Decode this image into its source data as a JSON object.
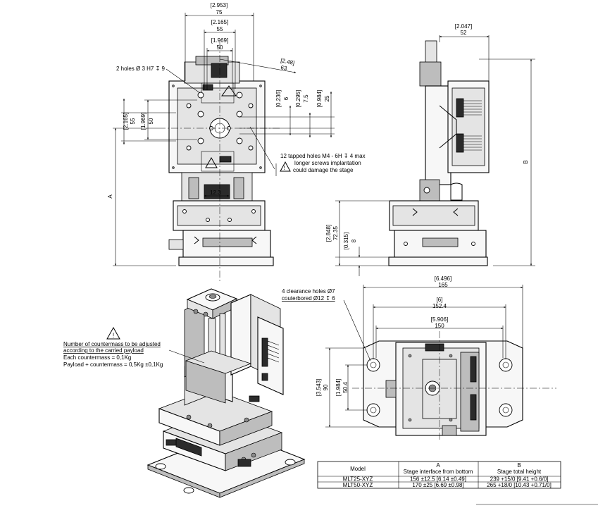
{
  "dims": {
    "w75_in": "[2.953]",
    "w75_mm": "75",
    "w55_in": "[2.165]",
    "w55_mm": "55",
    "w50_in": "[1.969]",
    "w50_mm": "50",
    "d63_in": "[2.48]",
    "d63_mm": "63",
    "h55_in": "[2.165]",
    "h55_mm": "55",
    "h50_in": "[1.969]",
    "h50_mm": "50",
    "v6_in": "[0.236]",
    "v6_mm": "6",
    "v75_in": "[0.295]",
    "v75_mm": "7.5",
    "v25_in": "[0.984]",
    "v25_mm": "25",
    "side52_in": "[2.047]",
    "side52_mm": "52",
    "h7235_in": "[2.848]",
    "h7235_mm": "72.35",
    "h8_in": "[0.315]",
    "h8_mm": "8",
    "d123": "12.3",
    "labelA": "A",
    "labelB": "B",
    "b165_in": "[6.496]",
    "b165_mm": "165",
    "b1524_in": "[6]",
    "b1524_mm": "152.4",
    "b150_in": "[5.906]",
    "b150_mm": "150",
    "b90_in": "[3.543]",
    "b90_mm": "90",
    "b504_in": "[1.984]",
    "b504_mm": "50.4"
  },
  "notes": {
    "holes2": "2 holes Ø 3 H7 ↧ 9",
    "tapped1": "12 tapped holes M4 - 6H ↧ 4 max",
    "tapped2": "longer screws implantation",
    "tapped3": "could damage the stage",
    "clear1": "4 clearance holes Ø7",
    "clear2": "couterbored Ø12 ↧ 6",
    "cm1": "Number of countermass to be adjusted",
    "cm2": "according to the carried payload",
    "cm3": "Each countermass = 0,1Kg",
    "cm4": "Payload + countermass = 0,5Kg ±0,1Kg"
  },
  "table": {
    "h_model": "Model",
    "h_a": "A",
    "h_a_sub": "Stage interface from bottom",
    "h_b": "B",
    "h_b_sub": "Stage total height",
    "rows": [
      {
        "model": "MLT25-XYZ",
        "a": "156 ±12.5 [6.14 ±0.49]",
        "b": "239 +15/0 [9.41 +0.6/0]"
      },
      {
        "model": "MLT50-XYZ",
        "a": "170 ±25 [6.69 ±0.98]",
        "b": "265 +18/0 [10.43 +0.71/0]"
      }
    ]
  }
}
